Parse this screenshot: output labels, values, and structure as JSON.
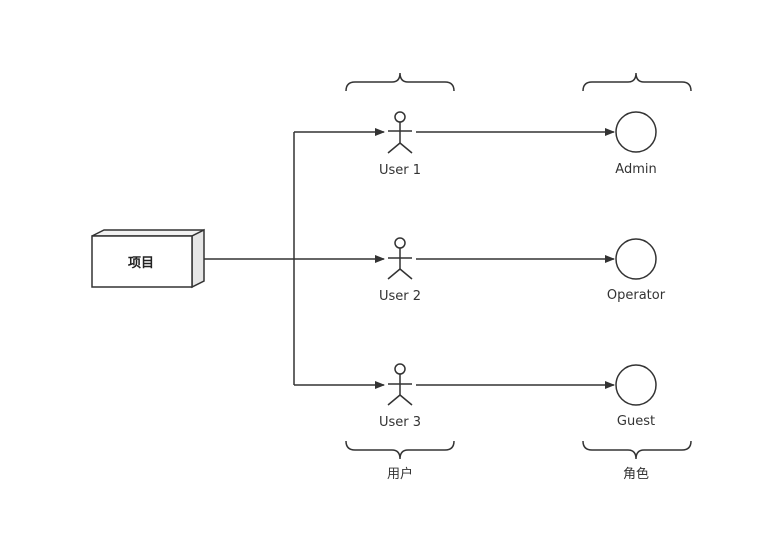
{
  "project": {
    "label": "项目"
  },
  "users": [
    {
      "label": "User 1"
    },
    {
      "label": "User 2"
    },
    {
      "label": "User 3"
    }
  ],
  "roles": [
    {
      "label": "Admin"
    },
    {
      "label": "Operator"
    },
    {
      "label": "Guest"
    }
  ],
  "groups": {
    "users_caption": "用户",
    "roles_caption": "角色"
  },
  "colors": {
    "stroke": "#333333",
    "box_side": "#e6e6e6"
  }
}
